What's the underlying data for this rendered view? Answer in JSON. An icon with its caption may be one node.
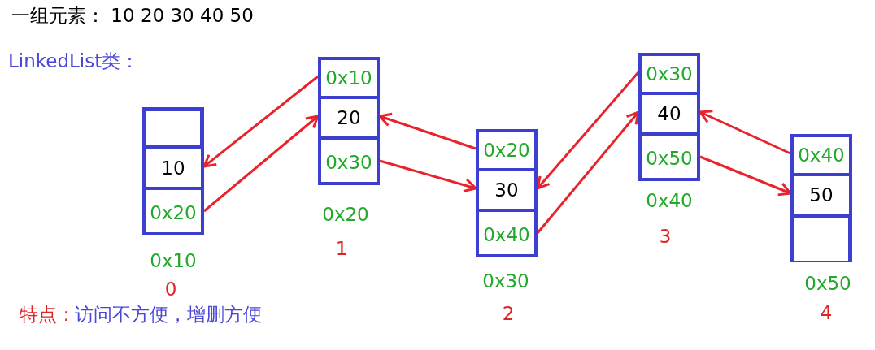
{
  "diagram": {
    "nodes": [
      {
        "text": [],
        "shape": "box",
        "beside": [
          "0x10",
          "0"
        ]
      },
      {
        "text": [],
        "shape": "box",
        "in": 0
      },
      {
        "text": [
          "10"
        ],
        "in": 0
      },
      {
        "text": [
          "0x20"
        ],
        "in": 0
      },
      {
        "text": [],
        "shape": "box",
        "beside": [
          "0x20",
          "1"
        ]
      },
      {
        "text": [
          "0x10"
        ],
        "in": 4
      },
      {
        "text": [
          "20"
        ],
        "in": 4
      },
      {
        "text": [
          "0x30"
        ],
        "in": 4
      },
      {
        "text": [],
        "shape": "box",
        "beside": [
          "0x30",
          "2"
        ]
      },
      {
        "text": [
          "0x20"
        ],
        "in": 8
      },
      {
        "text": [
          "30"
        ],
        "in": 8
      },
      {
        "text": [
          "0x40"
        ],
        "in": 8
      },
      {
        "text": [],
        "shape": "box",
        "beside": [
          "0x40",
          "3"
        ]
      },
      {
        "text": [
          "0x30"
        ],
        "in": 12
      },
      {
        "text": [
          "40"
        ],
        "in": 12
      },
      {
        "text": [
          "0x50"
        ],
        "in": 12
      },
      {
        "text": [],
        "shape": "box",
        "beside": [
          "0x50",
          "4"
        ]
      },
      {
        "text": [
          "0x40"
        ],
        "in": 16
      },
      {
        "text": [
          "50"
        ],
        "in": 16
      },
      {
        "text": [],
        "shape": "box",
        "in": 16
      }
    ],
    "edges": [
      {
        "from": 3,
        "to": 6,
        "arrow": "to"
      },
      {
        "from": 5,
        "to": 2,
        "arrow": "to"
      },
      {
        "from": 7,
        "to": 10,
        "arrow": "to"
      },
      {
        "from": 9,
        "to": 6,
        "arrow": "to"
      },
      {
        "from": 11,
        "to": 14,
        "arrow": "to"
      },
      {
        "from": 13,
        "to": 10,
        "arrow": "to"
      },
      {
        "from": 15,
        "to": 18,
        "arrow": "to"
      },
      {
        "from": 17,
        "to": 14,
        "arrow": "to"
      }
    ],
    "labels": [
      "一组元素： 10 20 30 40 50",
      "LinkedList类：",
      "特点：",
      "访问不方便，增删方便"
    ]
  }
}
